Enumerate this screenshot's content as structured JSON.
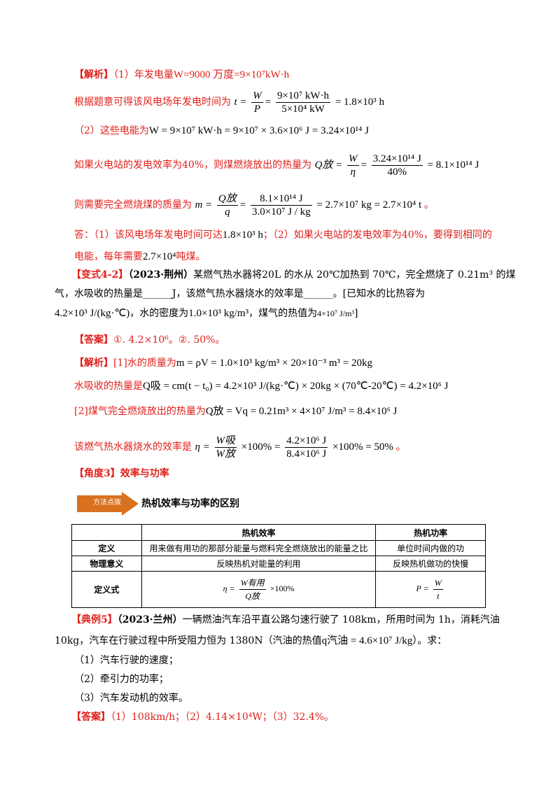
{
  "colors": {
    "accent": "#e0201b",
    "badge": "#d9711f",
    "text": "#000000"
  },
  "jiexi1": {
    "tag": "【解析】",
    "p1": "（1）年发电量",
    "p1b": "W=9000 万度=9×10⁷kW·h",
    "p2": "根据题意可得该风电场年发电时间为",
    "p2_eq": "t =",
    "p2_num": "W",
    "p2_den": "P",
    "p2_num2": "9×10⁷ kW·h",
    "p2_den2": "5×10⁴ kW",
    "p2_res": "= 1.8×10³ h",
    "p3": "（2）这些电能为",
    "p3_eq": "W = 9×10⁷ kW·h = 9×10⁷ × 3.6×10⁶ J = 3.24×10¹⁴ J",
    "p4": "如果火电站的发电效率为40%，则煤燃烧放出的热量为",
    "p4_lhs": "Q放 =",
    "p4_num": "W",
    "p4_den": "η",
    "p4_num2": "3.24×10¹⁴ J",
    "p4_den2": "40%",
    "p4_res": "= 8.1×10¹⁴ J",
    "p5": "则需要完全燃烧煤的质量为",
    "p5_lhs": "m =",
    "p5_num": "Q放",
    "p5_den": "q",
    "p5_num2": "8.1×10¹⁴ J",
    "p5_den2": "3.0×10⁷ J / kg",
    "p5_res": "= 2.7×10⁷ kg = 2.7×10⁴ t",
    "p5_end": "。",
    "ans1a": "答：（1）该风电场年发电时间可达",
    "ans1b": "1.8×10³ h",
    "ans1c": "；（2）如果火电站的发电效率为40%，要得到相同的",
    "ans2a": "电能，每年需要",
    "ans2b": "2.7×10⁴",
    "ans2c": "吨煤。"
  },
  "bianshi": {
    "tag": "【变式4-2】",
    "src": "（2023·荆州）",
    "l1": "某燃气热水器将20L 的水从 20℃加热到 70℃，完全燃烧了 0.21m³ 的煤",
    "l2": "气，水吸收的热量是______J，该燃气热水器烧水的效率是______。[已知水的比热容为",
    "l3a": "4.2×10³ J/(kg·℃)",
    "l3b": "，水的密度为",
    "l3c": "1.0×10³ kg/m³",
    "l3d": "，煤气的热值为",
    "l3e": "4×10⁷ J/m³",
    "l3f": "]"
  },
  "daan1": {
    "tag": "【答案】",
    "v1": "①.  4.2×10⁶",
    "v2": "。②.  50%。"
  },
  "jiexi2": {
    "tag": "【解析】",
    "l1a": "[1]水的质量为",
    "l1b": "m = ρV = 1.0×10³ kg/m³ × 20×10⁻³ m³ = 20kg",
    "l2a": "水吸收的热量是",
    "l2b": "Q吸 = cm(t − t₀) = 4.2×10³ J/(kg·℃) × 20kg × (70℃-20℃) = 4.2×10⁶ J",
    "l3a": "[2]煤气完全燃烧放出的热量为",
    "l3b": "Q放 = Vq = 0.21m³ × 4×10⁷ J/m³ = 8.4×10⁶ J",
    "l4a": "该燃气热水器烧水的效率是",
    "l4_lhs": "η =",
    "l4_num": "W吸",
    "l4_den": "W放",
    "l4_mid": "×100% =",
    "l4_num2": "4.2×10⁶ J",
    "l4_den2": "8.4×10⁶ J",
    "l4_res": "×100% = 50%",
    "l4_end": "。"
  },
  "jiaodu": {
    "tag": "【角度3】",
    "title": "效率与功率"
  },
  "fangfa": {
    "badge": "方法点拨",
    "title": "热机效率与功率的区别"
  },
  "table": {
    "headers": [
      "",
      "热机效率",
      "热机功率"
    ],
    "rows": [
      {
        "label": "定义",
        "eff": "用来做有用功的那部分能量与燃料完全燃烧放出的能量之比",
        "pow": "单位时间内做的功"
      },
      {
        "label": "物理意义",
        "eff": "反映热机对能量的利用",
        "pow": "反映热机做功的快慢"
      },
      {
        "label": "定义式",
        "eff_lhs": "η =",
        "eff_num": "W有用",
        "eff_den": "Q放",
        "eff_tail": "×100%",
        "pow_lhs": "P =",
        "pow_num": "W",
        "pow_den": "t"
      }
    ]
  },
  "dianli": {
    "tag": "【典例5】",
    "src": "（2023·兰州）",
    "l1": "一辆燃油汽车沿平直公路匀速行驶了 108km，所用时间为 1h，消耗汽油",
    "l2a": "10kg，汽车在行驶过程中所受阻力恒为 1380N（汽油的热值",
    "l2b": "q汽油 = 4.6×10⁷ J/kg",
    "l2c": "）。求：",
    "q1": "（1）汽车行驶的速度；",
    "q2": "（2）牵引力的功率；",
    "q3": "（3）汽车发动机的效率。"
  },
  "daan2": {
    "tag": "【答案】",
    "value": "（1）108km/h；（2）4.14×10⁴W；（3）32.4%。"
  }
}
